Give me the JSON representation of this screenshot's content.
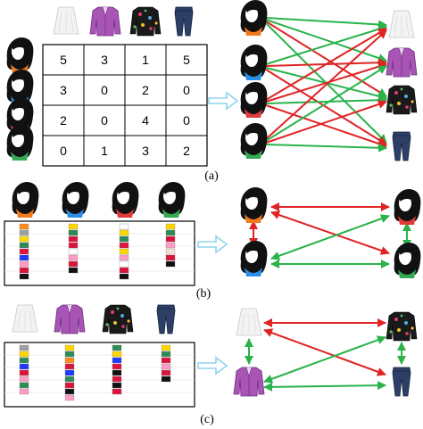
{
  "colors": {
    "user_colors": [
      "#f07a1e",
      "#2a8ee6",
      "#e03a3a",
      "#34a853"
    ],
    "positive_edge": "#2ab34a",
    "negative_edge": "#e02424",
    "transform_arrow": "#8fd3ee"
  },
  "panel_a": {
    "caption": "(a)",
    "icons": [
      "user-orange-icon",
      "user-blue-icon",
      "user-red-icon",
      "user-green-icon",
      "white-skirt-icon",
      "purple-jacket-icon",
      "floral-jacket-icon",
      "jeans-icon"
    ],
    "matrix": [
      [
        "5",
        "3",
        "1",
        "5"
      ],
      [
        "3",
        "0",
        "2",
        "0"
      ],
      [
        "2",
        "0",
        "4",
        "0"
      ],
      [
        "0",
        "1",
        "3",
        "2"
      ]
    ]
  },
  "panel_b": {
    "caption": "(b)",
    "icons": [
      "user-orange-icon",
      "user-blue-icon",
      "user-red-icon",
      "user-green-icon"
    ],
    "bar_columns": [
      [
        "#ff8c1a",
        "#a0a0a0",
        "#ffd700",
        "#2e8b57",
        "#dc143c",
        "#1e3aff",
        "#ff9cc6",
        "#dc143c",
        "#111111"
      ],
      [
        "#ffd700",
        "#2e8b57",
        "#dc143c",
        "#dc143c",
        "#ffffff",
        "#ff9cc6",
        "#dc143c",
        "#111111"
      ],
      [
        "#ffffff",
        "#ffd700",
        "#2e8b57",
        "#dc143c",
        "#ffd700",
        "#ff9cc6",
        "#ffffff",
        "#dc143c",
        "#111111"
      ],
      [
        "#ffd700",
        "#2e8b57",
        "#dc143c",
        "#ff9cc6",
        "#f4e0d0",
        "#dc143c",
        "#111111"
      ]
    ]
  },
  "panel_c": {
    "caption": "(c)",
    "icons": [
      "white-skirt-icon",
      "purple-jacket-icon",
      "floral-jacket-icon",
      "jeans-icon"
    ],
    "bar_columns": [
      [
        "#a0a0a0",
        "#ffd700",
        "#2e8b57",
        "#1e3aff",
        "#dc143c",
        "#ff9cc6",
        "#2e8b57",
        "#ff9cc6"
      ],
      [
        "#ffd700",
        "#2e8b57",
        "#ff8c1a",
        "#dc143c",
        "#1e3aff",
        "#2e8b57",
        "#dc143c",
        "#111111",
        "#ff9cc6"
      ],
      [
        "#2e8b57",
        "#ffd700",
        "#1e3aff",
        "#dc143c",
        "#111111",
        "#dc143c",
        "#111111",
        "#dc143c"
      ],
      [
        "#ffd700",
        "#2e8b57",
        "#dc143c",
        "#ff9cc6",
        "#dc143c",
        "#111111"
      ]
    ]
  }
}
